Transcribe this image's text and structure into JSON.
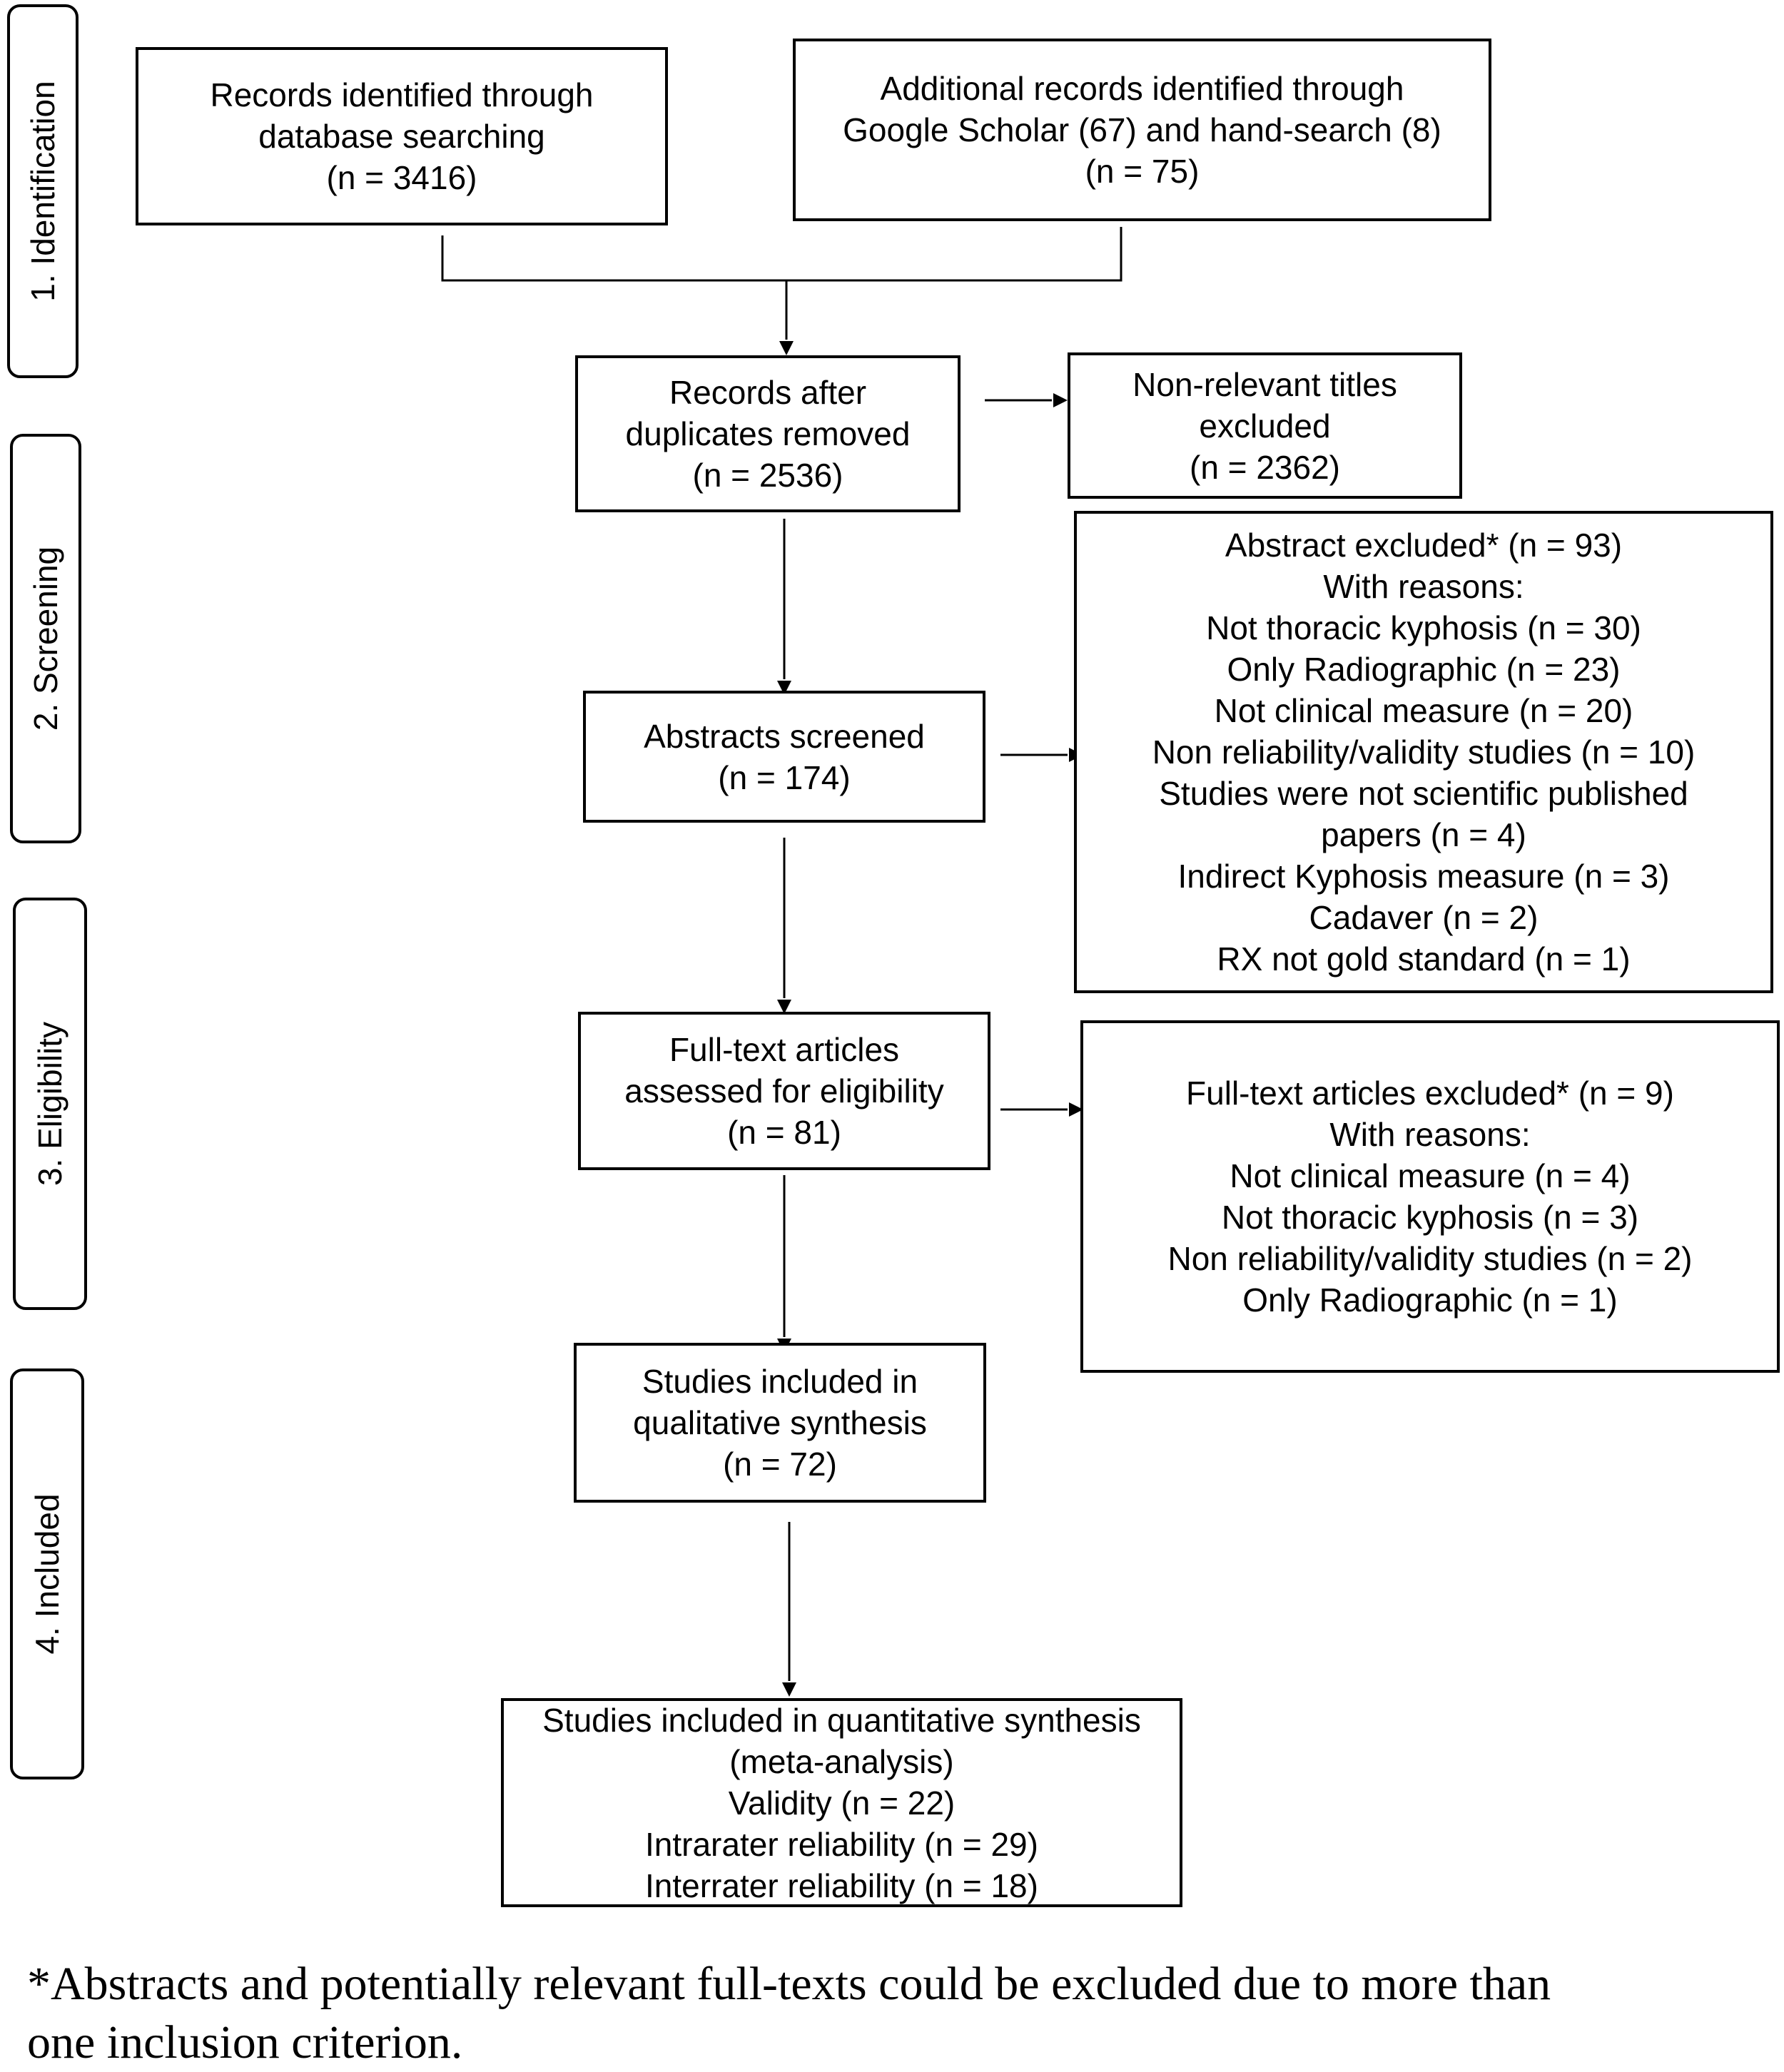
{
  "stages": [
    {
      "id": "identification",
      "label": "1. Identification"
    },
    {
      "id": "screening",
      "label": "2. Screening"
    },
    {
      "id": "eligibility",
      "label": "3. Eligibility"
    },
    {
      "id": "included",
      "label": "4. Included"
    }
  ],
  "boxes": {
    "database_search": {
      "lines": [
        "Records identified through",
        "database searching",
        "(n = 3416)"
      ]
    },
    "additional_records": {
      "lines": [
        "Additional records identified through",
        "Google Scholar (67) and hand-search (8)",
        "(n = 75)"
      ]
    },
    "after_duplicates": {
      "lines": [
        "Records after",
        "duplicates removed",
        "(n = 2536)"
      ]
    },
    "titles_excluded": {
      "lines": [
        "Non-relevant titles",
        "excluded",
        "(n = 2362)"
      ]
    },
    "abstracts_excluded": {
      "lines": [
        "Abstract excluded* (n = 93)",
        "With reasons:",
        "Not thoracic kyphosis (n = 30)",
        "Only Radiographic (n = 23)",
        "Not clinical measure (n = 20)",
        "Non reliability/validity studies (n = 10)",
        "Studies were not scientific published",
        "papers (n = 4)",
        "Indirect Kyphosis measure (n = 3)",
        "Cadaver (n = 2)",
        "RX not gold standard (n = 1)"
      ]
    },
    "abstracts_screened": {
      "lines": [
        "Abstracts screened",
        "(n = 174)"
      ]
    },
    "fulltext_assessed": {
      "lines": [
        "Full-text articles",
        "assessed for eligibility",
        "(n = 81)"
      ]
    },
    "fulltext_excluded": {
      "lines": [
        "Full-text articles excluded* (n = 9)",
        "With reasons:",
        "Not clinical measure (n = 4)",
        "Not thoracic kyphosis (n = 3)",
        "Non reliability/validity studies (n = 2)",
        "Only Radiographic (n = 1)"
      ]
    },
    "qualitative": {
      "lines": [
        "Studies included in",
        "qualitative synthesis",
        "(n = 72)"
      ]
    },
    "quantitative": {
      "lines": [
        "Studies included in quantitative synthesis",
        "(meta-analysis)",
        "Validity (n = 22)",
        "Intrarater reliability (n = 29)",
        "Interrater reliability (n = 18)"
      ]
    }
  },
  "footnote": {
    "lines": [
      "*Abstracts and potentially relevant full-texts could be excluded due to more than",
      "one inclusion criterion."
    ]
  }
}
